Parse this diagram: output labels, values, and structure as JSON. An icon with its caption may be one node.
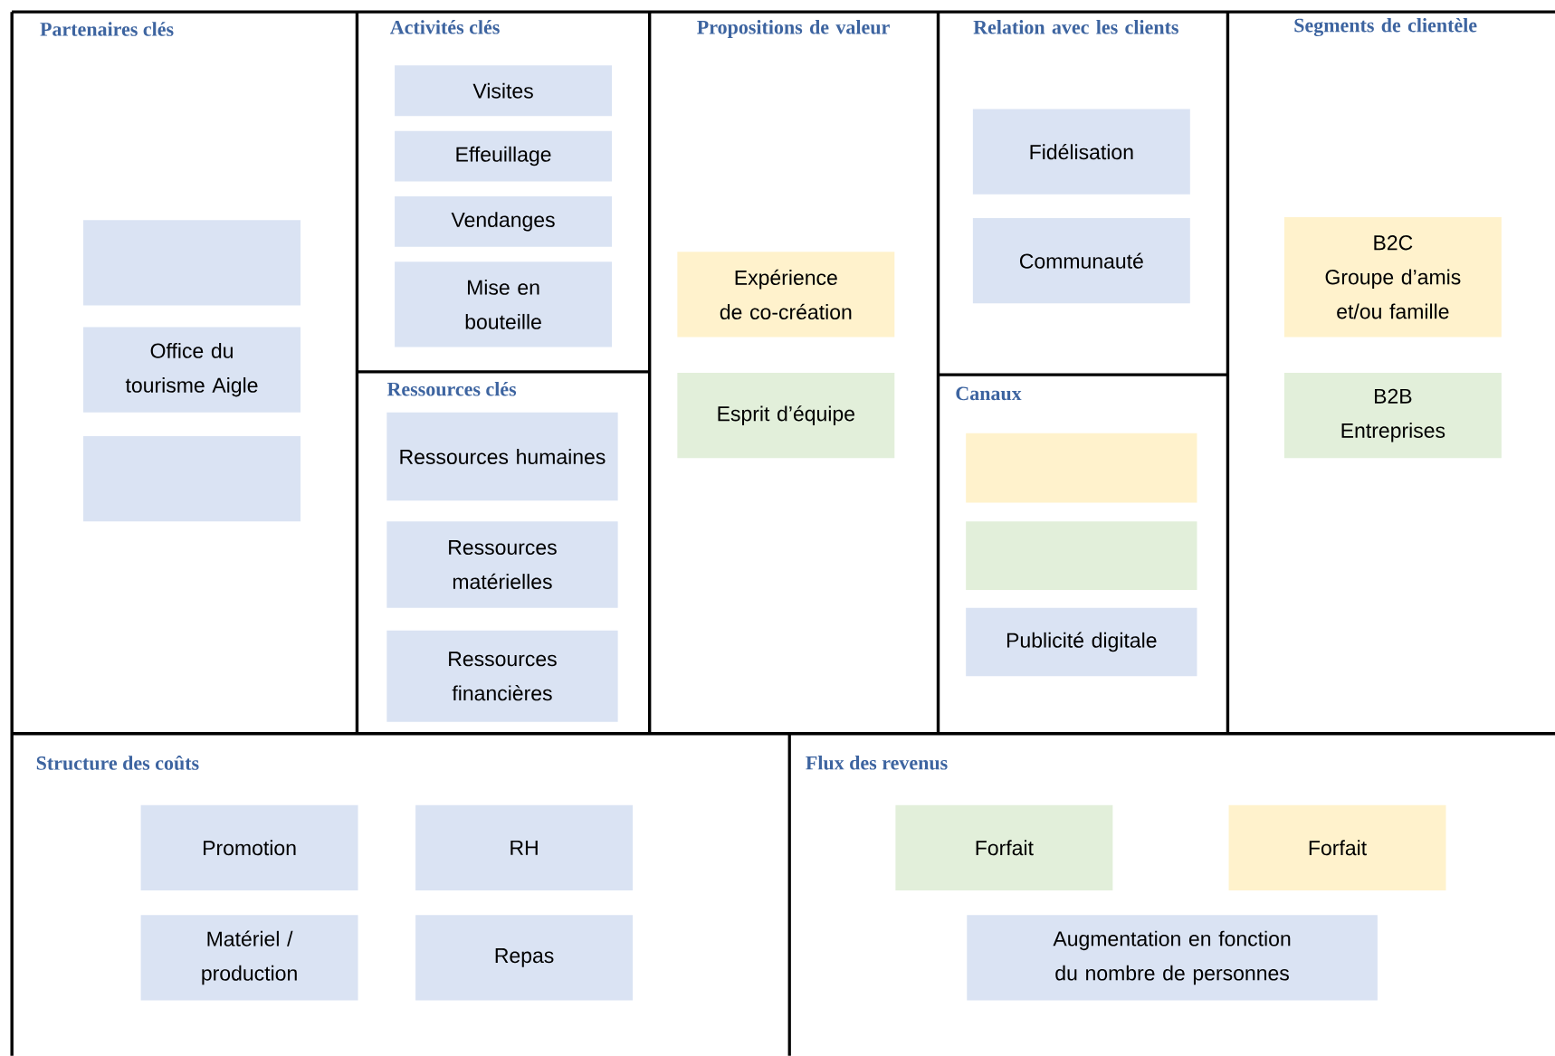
{
  "diagram": {
    "nodes": [
      {
        "text": [
          "Partenaires clés"
        ]
      },
      {
        "text": [],
        "shape": "box",
        "in": 0
      },
      {
        "text": [
          "Office du tourisme Aigle"
        ],
        "in": 0
      },
      {
        "text": [],
        "shape": "box",
        "in": 0
      },
      {
        "text": [
          "Activités clés"
        ]
      },
      {
        "text": [
          "Visites"
        ],
        "in": 4
      },
      {
        "text": [
          "Effeuillage"
        ],
        "in": 4
      },
      {
        "text": [
          "Vendanges"
        ],
        "in": 4
      },
      {
        "text": [
          "Mise en bouteille"
        ],
        "in": 4
      },
      {
        "text": [
          "Ressources clés"
        ]
      },
      {
        "text": [
          "Ressources humaines"
        ],
        "in": 9
      },
      {
        "text": [
          "Ressources matérielles"
        ],
        "in": 9
      },
      {
        "text": [
          "Ressources financières"
        ],
        "in": 9
      },
      {
        "text": [
          "Propositions de valeur"
        ]
      },
      {
        "text": [
          "Expérience de co-création"
        ],
        "in": 13
      },
      {
        "text": [
          "Esprit d’équipe"
        ],
        "in": 13
      },
      {
        "text": [
          "Relation avec les clients"
        ]
      },
      {
        "text": [
          "Fidélisation"
        ],
        "in": 16
      },
      {
        "text": [
          "Communauté"
        ],
        "in": 16
      },
      {
        "text": [
          "Canaux"
        ]
      },
      {
        "text": [],
        "shape": "box",
        "in": 19
      },
      {
        "text": [],
        "shape": "box",
        "in": 19
      },
      {
        "text": [
          "Publicité digitale"
        ],
        "in": 19
      },
      {
        "text": [
          "Segments de clientèle"
        ]
      },
      {
        "text": [
          "B2C",
          "Groupe d’amis et/ou famille"
        ],
        "in": 23
      },
      {
        "text": [
          "B2B",
          "Entreprises"
        ],
        "in": 23
      },
      {
        "text": [
          "Structure des coûts"
        ]
      },
      {
        "text": [
          "Promotion"
        ],
        "in": 26
      },
      {
        "text": [
          "RH"
        ],
        "in": 26
      },
      {
        "text": [
          "Matériel / production"
        ],
        "in": 26
      },
      {
        "text": [
          "Repas"
        ],
        "in": 26
      },
      {
        "text": [
          "Flux des revenus"
        ]
      },
      {
        "text": [
          "Forfait"
        ],
        "in": 31
      },
      {
        "text": [
          "Forfait"
        ],
        "in": 31
      },
      {
        "text": [
          "Augmentation en fonction du nombre de personnes"
        ],
        "in": 31
      }
    ]
  }
}
